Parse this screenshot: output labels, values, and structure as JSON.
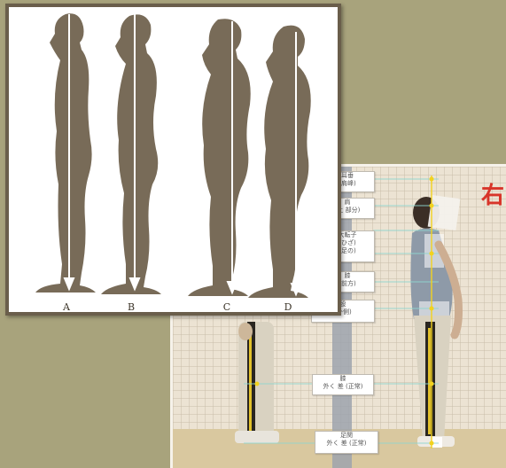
{
  "posture_card": {
    "figure_labels": [
      "A",
      "B",
      "C",
      "D"
    ],
    "silhouette_color": "#786b58",
    "plumb_line_color": "#ffffff",
    "frame_color": "#6a5e4b"
  },
  "photo": {
    "side_mark": "右",
    "side_mark_color": "#d8352a",
    "guide_line_color": "#8fd6cf",
    "measure_point_color": "#f2d21e",
    "label_boxes": [
      [
        "耳垂",
        "(肩峰)"
      ],
      [
        "肩",
        "(上 部分)"
      ],
      [
        "大転子",
        "(ひざ)",
        "(足の)"
      ],
      [
        "膝",
        "(前方)"
      ],
      [
        "股",
        "(外側)"
      ],
      [
        "膝",
        "外く 差 (正常)"
      ],
      [
        "足関",
        "外く 差 (正常)"
      ]
    ]
  }
}
